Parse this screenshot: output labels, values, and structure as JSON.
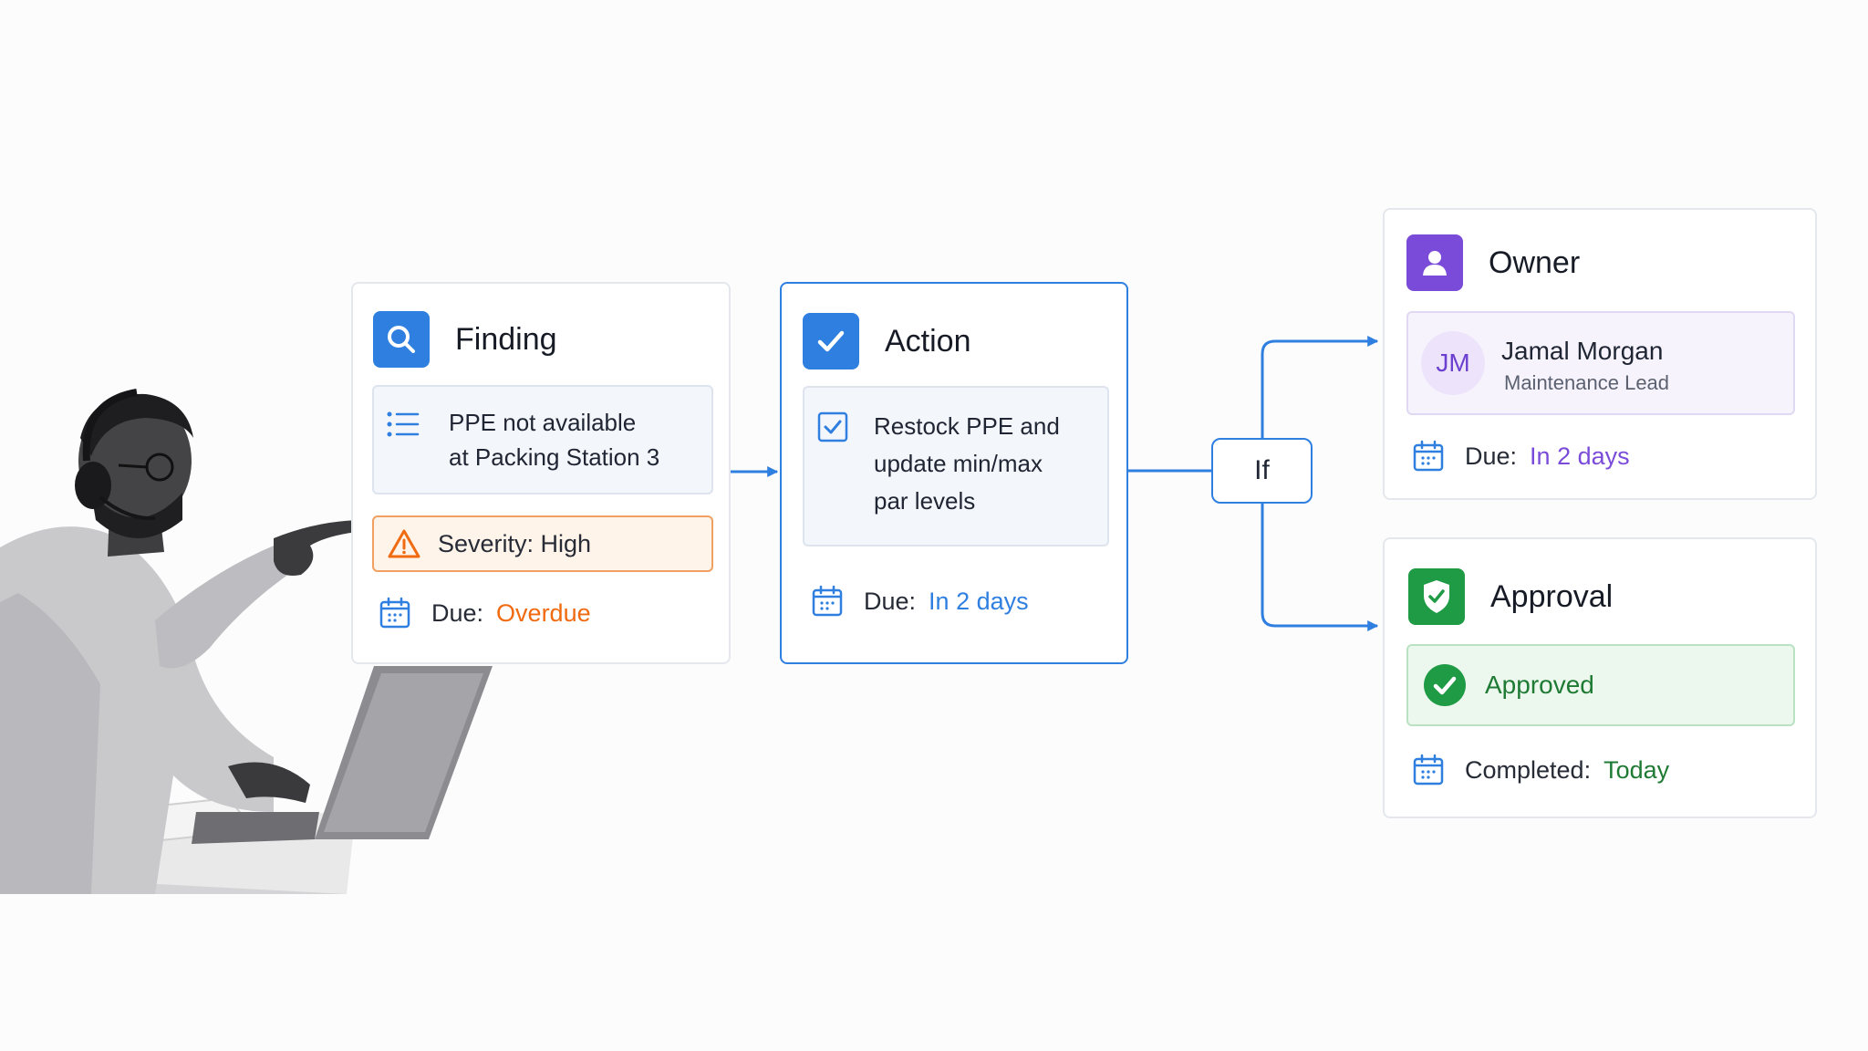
{
  "finding": {
    "title": "Finding",
    "description_line1": "PPE not available",
    "description_line2": "at Packing Station 3",
    "severity": "Severity: High",
    "due_label": "Due:",
    "due_value": "Overdue"
  },
  "action": {
    "title": "Action",
    "task_line1": "Restock PPE and",
    "task_line2": "update min/max",
    "task_line3": "par levels",
    "due_label": "Due:",
    "due_value": "In 2 days"
  },
  "decision": {
    "label": "If"
  },
  "owner": {
    "title": "Owner",
    "initials": "JM",
    "name": "Jamal Morgan",
    "role": "Maintenance Lead",
    "due_label": "Due:",
    "due_value": "In 2 days"
  },
  "approval": {
    "title": "Approval",
    "status": "Approved",
    "completed_label": "Completed:",
    "completed_value": "Today"
  },
  "colors": {
    "blue": "#2f7fe0",
    "orange": "#f06a10",
    "purple": "#7a4bd8",
    "green": "#1f8a3a",
    "border": "#e4e7ec"
  },
  "icons": [
    "search-icon",
    "list-icon",
    "warning-icon",
    "calendar-icon",
    "checkbox-icon",
    "user-icon",
    "shield-check-icon",
    "check-circle-icon"
  ]
}
